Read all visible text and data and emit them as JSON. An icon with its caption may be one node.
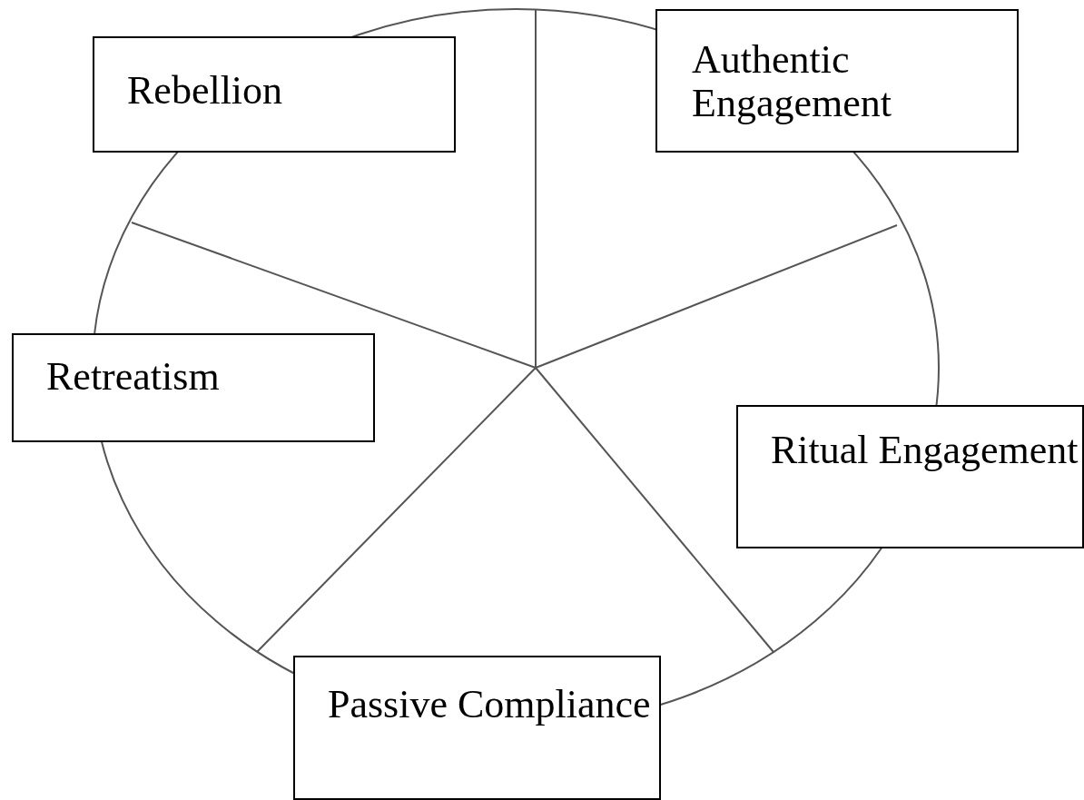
{
  "diagram": {
    "nodes": [
      {
        "text": [
          "Authentic Engagement"
        ]
      },
      {
        "text": [
          "Rebellion"
        ]
      },
      {
        "text": [
          "Retreatism"
        ]
      },
      {
        "text": [
          "Ritual Engagement"
        ]
      },
      {
        "text": [
          "Passive Compliance"
        ]
      }
    ]
  }
}
